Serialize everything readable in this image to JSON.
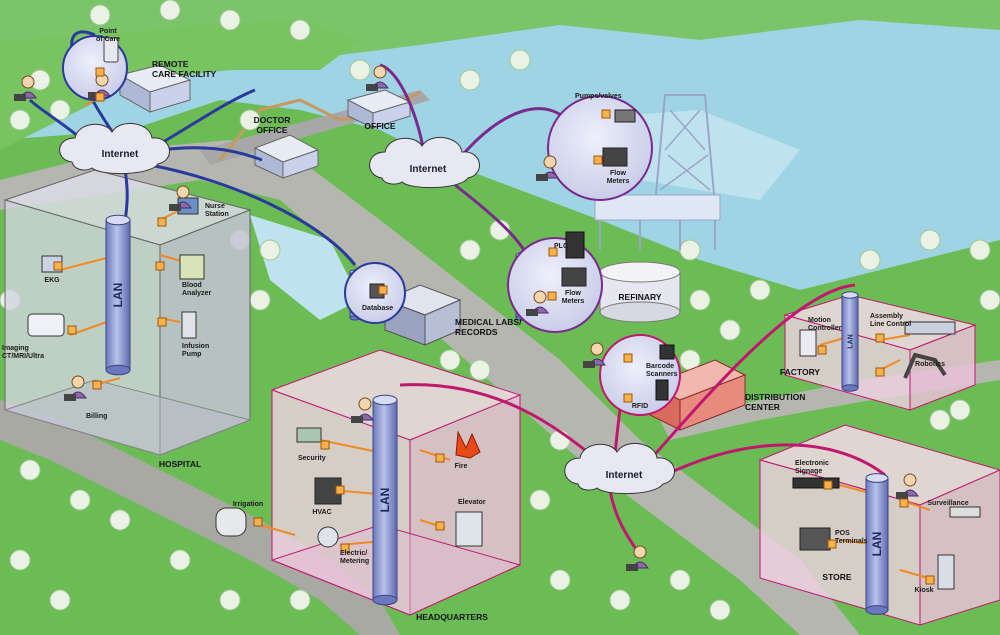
{
  "clouds": {
    "internet_left": "Internet",
    "internet_center": "Internet",
    "internet_right": "Internet"
  },
  "lan_label": "LAN",
  "sites": {
    "remote_care": "REMOTE\nCARE FACILITY",
    "doctor_office": "DOCTOR\nOFFICE",
    "office": "OFFICE",
    "hospital": "HOSPITAL",
    "medical_labs": "MEDICAL LABS/\nRECORDS",
    "refinary": "REFINARY",
    "distribution_center": "DISTRIBUTION\nCENTER",
    "factory": "FACTORY",
    "headquarters": "HEADQUARTERS",
    "store": "STORE"
  },
  "devices": {
    "point_of_care": "Point\nof Care",
    "nurse_station": "Nurse\nStation",
    "ekg": "EKG",
    "blood_analyzer": "Blood\nAnalyzer",
    "imaging": "Imaging\nCT/MRI/Ultra",
    "infusion_pump": "Infusion\nPump",
    "billing": "Billing",
    "database": "Database",
    "pumps_valves": "Pumps/valves",
    "flow_meters_top": "Flow\nMeters",
    "plc": "PLC",
    "flow_meters_bottom": "Flow\nMeters",
    "barcode_scanners": "Barcode\nScanners",
    "rfid": "RFID",
    "motion_controller": "Motion\nController",
    "assembly_line_control": "Assembly\nLine Control",
    "robotics": "Robotics",
    "security": "Security",
    "fire": "Fire",
    "hvac": "HVAC",
    "elevator": "Elevator",
    "electric_metering": "Electric/\nMetering",
    "irrigation": "Irrigation",
    "electronic_signage": "Electronic\nSignage",
    "surveillance": "Surveillance",
    "pos_terminals": "POS\nTerminals",
    "kiosk": "Kiosk"
  },
  "colors": {
    "blue_link": "#2a3a9c",
    "purple_link": "#7a2a8c",
    "magenta_link": "#c0186e",
    "local_wire": "#f08a24",
    "grass": "#5db24a",
    "water": "#bfe3ee",
    "lan_pipe": "#8a96cf"
  }
}
